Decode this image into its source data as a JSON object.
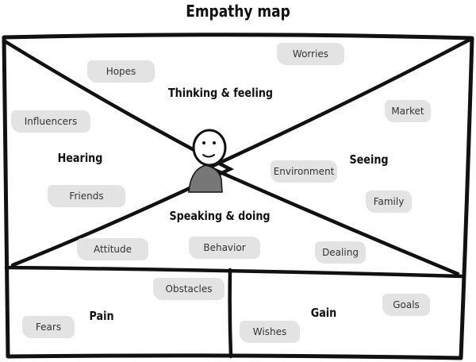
{
  "title": "Empathy map",
  "quadrants": {
    "thinking_feeling": "Thinking & feeling",
    "hearing": "Hearing",
    "seeing": "Seeing",
    "speaking_doing": "Speaking & doing",
    "pain": "Pain",
    "gain": "Gain"
  },
  "notes": {
    "hopes": "Hopes",
    "worries": "Worries",
    "influencers": "Influencers",
    "market": "Market",
    "environment": "Environment",
    "friends": "Friends",
    "family": "Family",
    "attitude": "Attitude",
    "behavior": "Behavior",
    "dealing": "Dealing",
    "obstacles": "Obstacles",
    "goals": "Goals",
    "fears": "Fears",
    "wishes": "Wishes"
  },
  "colors": {
    "line": "#111111",
    "note": "#e3e3e3",
    "person_body": "#777777"
  }
}
